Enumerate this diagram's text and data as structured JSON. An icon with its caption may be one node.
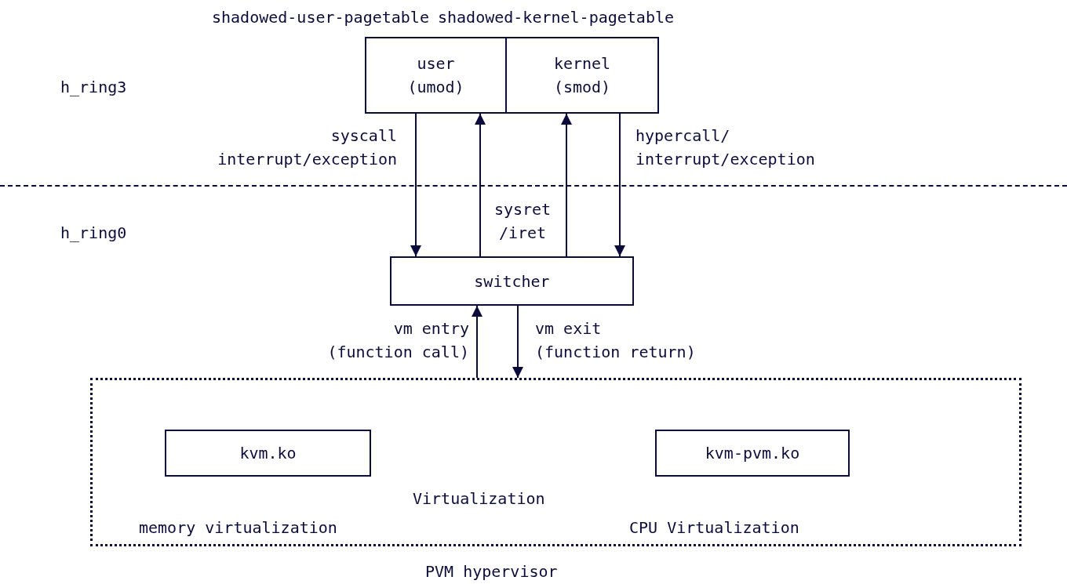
{
  "diagram": {
    "nodes": [
      {
        "text": [
          "shadowed-user-pagetable",
          "user (umod)"
        ]
      },
      {
        "text": [
          "shadowed-kernel-pagetable",
          "kernel (smod)"
        ]
      },
      {
        "text": [
          "switcher"
        ]
      },
      {
        "text": [
          "Virtualization",
          "PVM hypervisor"
        ]
      },
      {
        "text": [
          "kvm.ko"
        ],
        "in": 3,
        "beside": [
          "memory virtualization"
        ]
      },
      {
        "text": [
          "kvm-pvm.ko"
        ],
        "in": 3,
        "beside": [
          "CPU Virtualization"
        ]
      }
    ],
    "edges": [
      {
        "from": 0,
        "to": 2,
        "arrow": "to",
        "label": "syscall interrupt/exception"
      },
      {
        "from": 2,
        "to": 0,
        "arrow": "to"
      },
      {
        "from": 2,
        "to": 1,
        "arrow": "to"
      },
      {
        "from": 1,
        "to": 2,
        "arrow": "to",
        "label": "hypercall/ interrupt/exception"
      },
      {
        "from": 3,
        "to": 2,
        "arrow": "to",
        "label": "vm entry (function call)"
      },
      {
        "from": 2,
        "to": 3,
        "arrow": "to",
        "label": "vm exit (function return)"
      }
    ],
    "labels": [
      "h_ring3",
      "h_ring0",
      "sysret /iret"
    ]
  }
}
